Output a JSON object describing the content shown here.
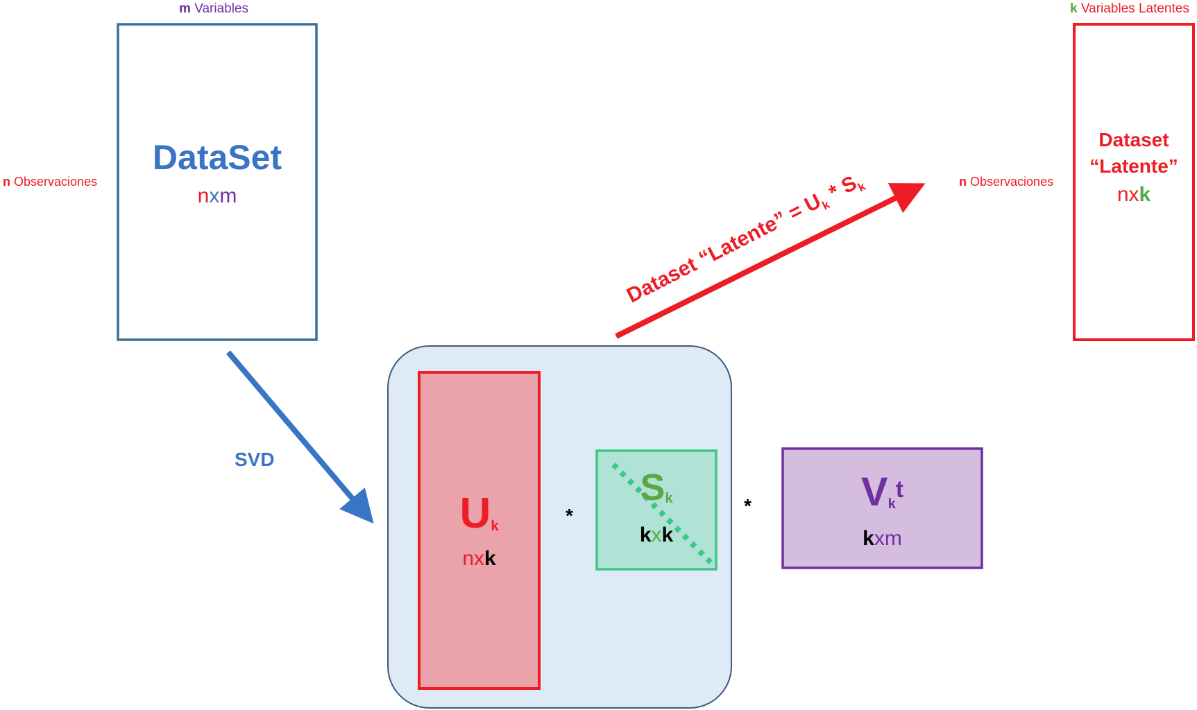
{
  "labels": {
    "m_variables": {
      "letter": "m",
      "text": "Variables"
    },
    "k_variables_latentes": {
      "letter": "k",
      "text": "Variables Latentes"
    },
    "n_observaciones_left": {
      "letter": "n",
      "text": "Observaciones"
    },
    "n_observaciones_right": {
      "letter": "n",
      "text": "Observaciones"
    }
  },
  "dataset": {
    "title": "DataSet",
    "dim": {
      "n": "n",
      "x": "x",
      "m": "m"
    }
  },
  "latent_dataset": {
    "line1": "Dataset",
    "line2": "“Latente”",
    "dim": {
      "n": "n",
      "x": "x",
      "k": "k"
    }
  },
  "svd_label": "SVD",
  "arrow_formula": {
    "text": "Dataset “Latente” = U",
    "sub1": "k",
    "op": " * S",
    "sub2": "k"
  },
  "u_matrix": {
    "letter": "U",
    "sub": "k",
    "dim": {
      "n": "n",
      "x": "x",
      "k": "k"
    }
  },
  "s_matrix": {
    "letter": "S",
    "sub": "k",
    "dim": {
      "k1": "k",
      "x": "x",
      "k2": "k"
    }
  },
  "v_matrix": {
    "letter": "V",
    "sub": "k",
    "sup": "t",
    "dim": {
      "k": "k",
      "x": "x",
      "m": "m"
    }
  },
  "operators": [
    "*",
    "*"
  ],
  "colors": {
    "blue": "#3a74c4",
    "dataset_border": "#3a6f96",
    "red": "#ee1c25",
    "green": "#5aa844",
    "purple": "#7030a0",
    "mint_border": "#3dc784",
    "mint_fill": "#b0e3d6",
    "u_fill": "#eaa3ab",
    "v_fill": "#d5bde0",
    "container_fill": "#deeaf5",
    "container_border": "#3e5a78"
  }
}
